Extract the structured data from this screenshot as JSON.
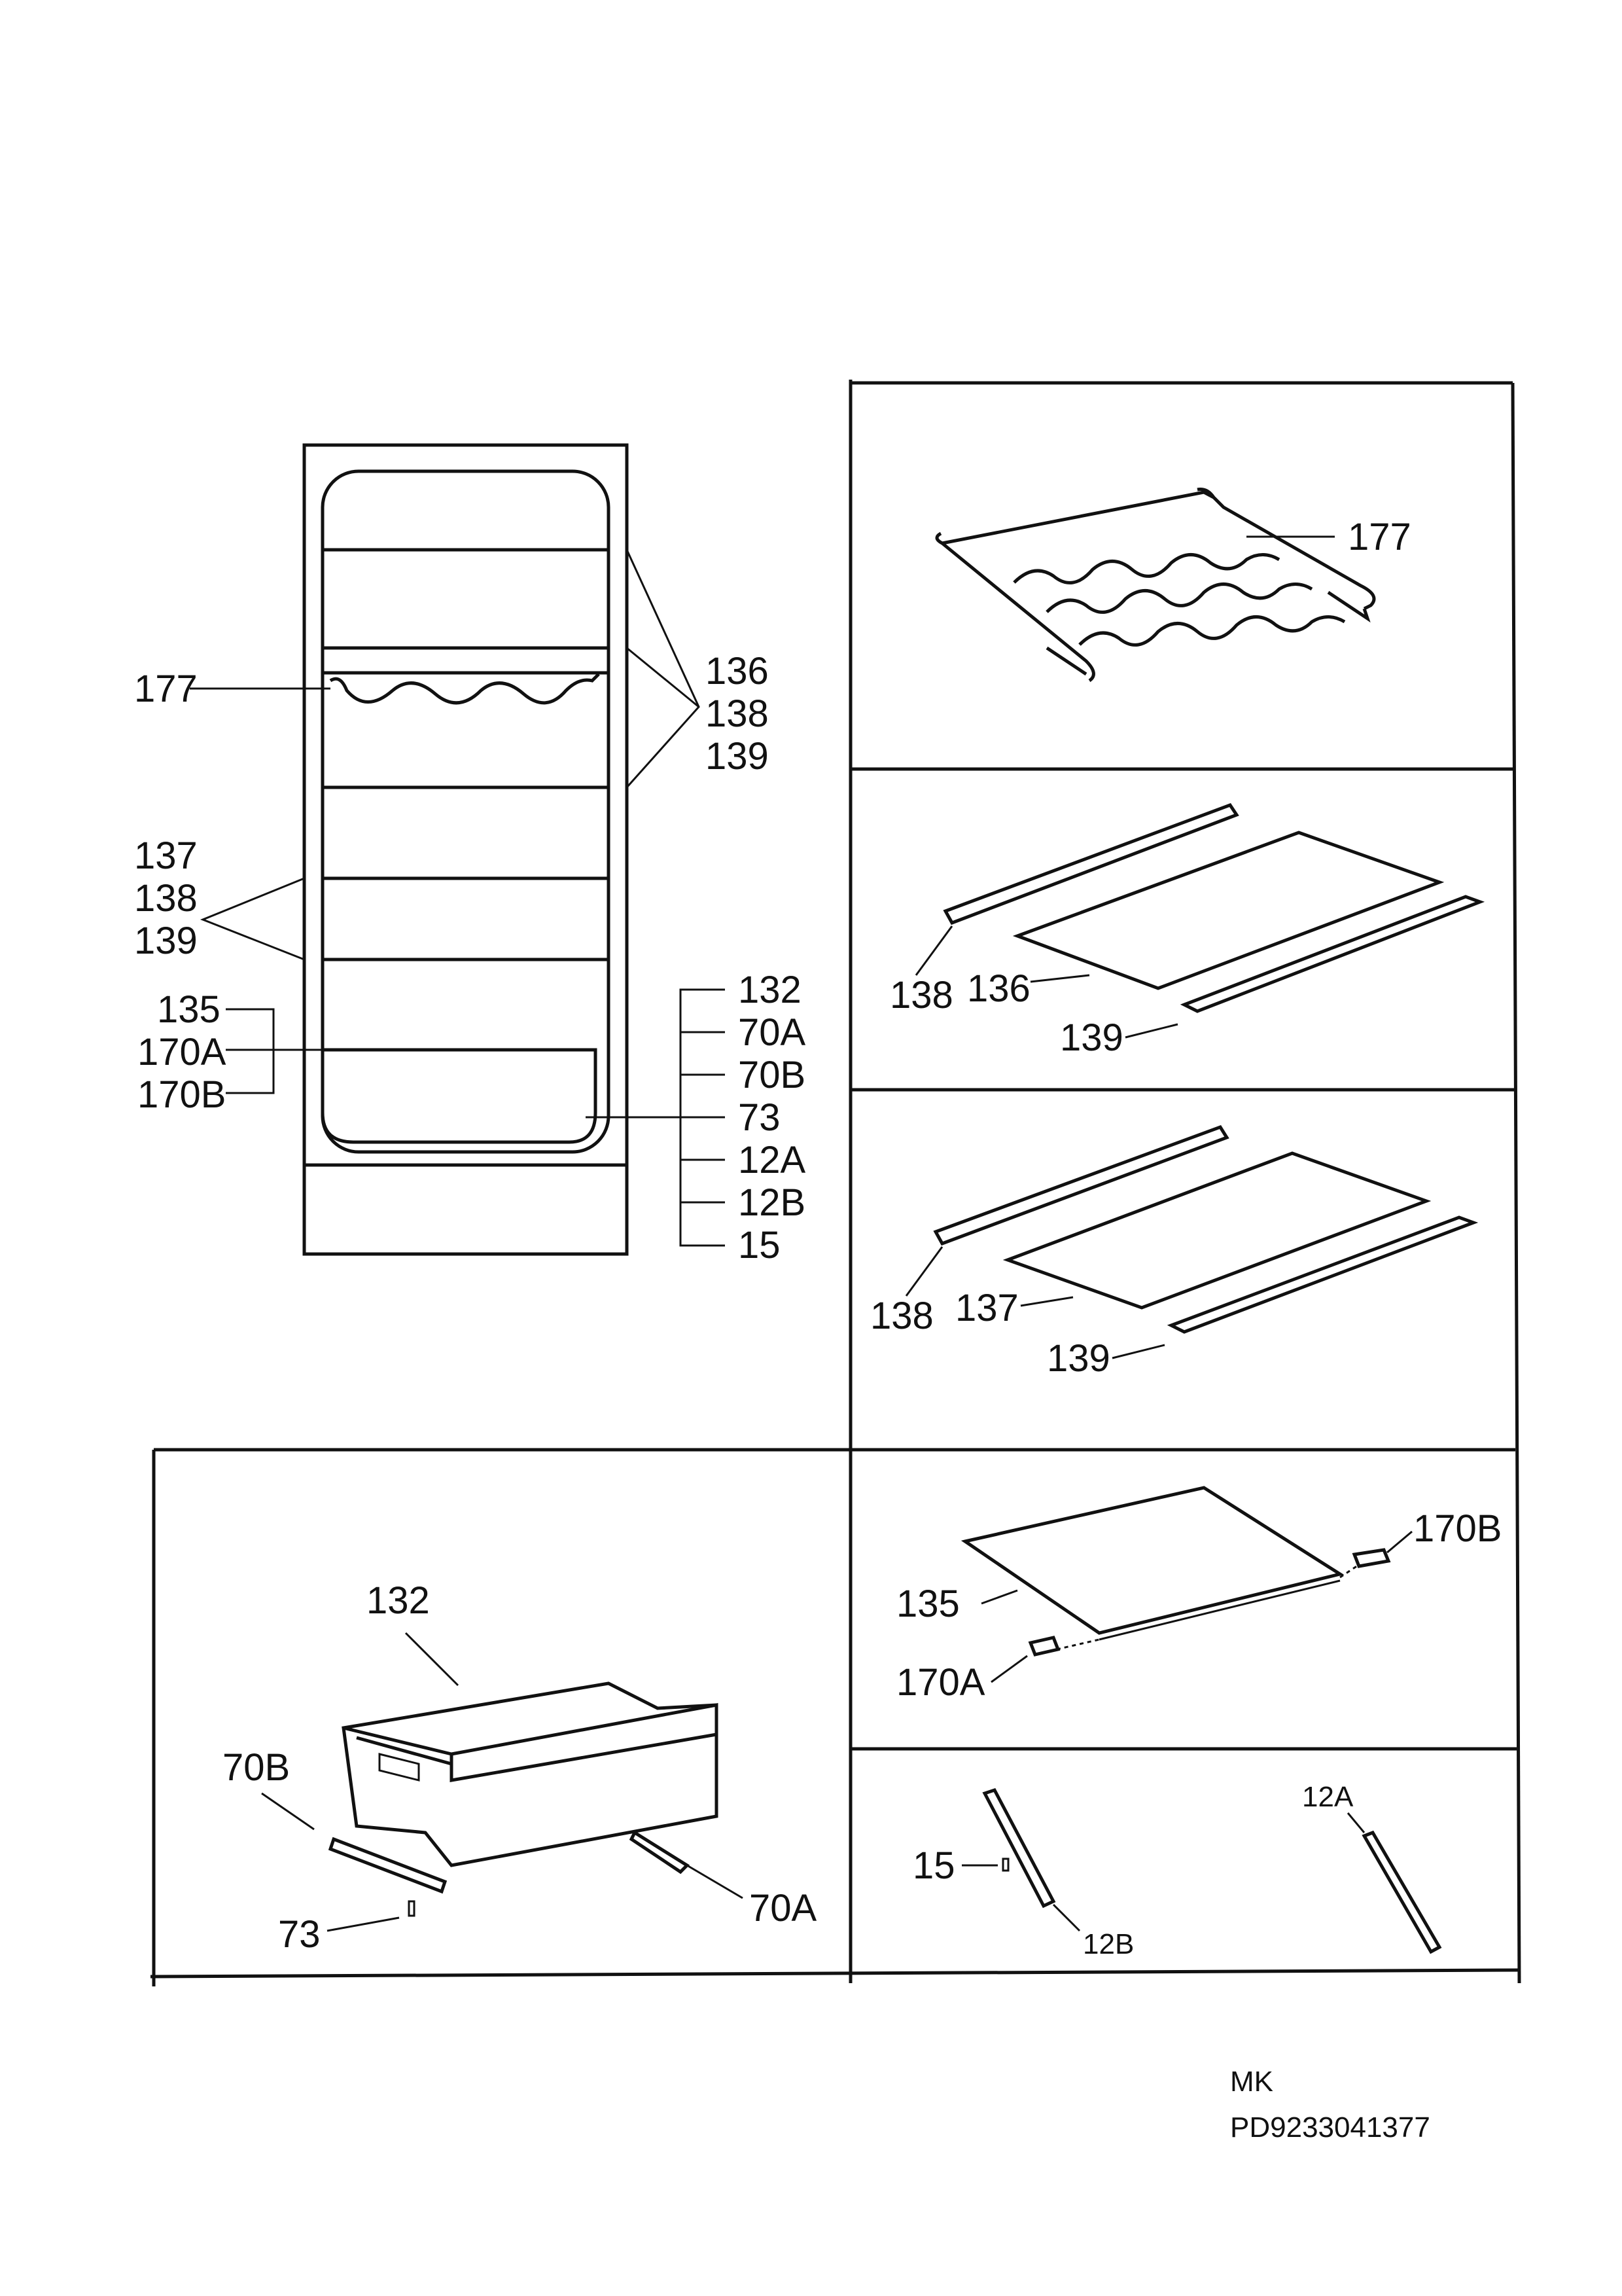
{
  "overview": {
    "labels_right_top": [
      "136",
      "138",
      "139"
    ],
    "label_wine_rack": "177",
    "labels_left_mid": [
      "137",
      "138",
      "139"
    ],
    "labels_left_low": [
      "135",
      "170A",
      "170B"
    ],
    "labels_right_low": [
      "132",
      "70A",
      "70B",
      "73",
      "12A",
      "12B",
      "15"
    ]
  },
  "panel_wine_rack": {
    "label": "177"
  },
  "panel_shelf_136": {
    "label_profile": "138",
    "label_shelf": "136",
    "label_trim": "139"
  },
  "panel_shelf_137": {
    "label_profile": "138",
    "label_shelf": "137",
    "label_trim": "139"
  },
  "panel_cover_135": {
    "label_right_clip": "170B",
    "label_glass": "135",
    "label_left_clip": "170A"
  },
  "panel_rails": {
    "label_12a": "12A",
    "label_15": "15",
    "label_12b": "12B"
  },
  "panel_drawer": {
    "label_drawer": "132",
    "label_70b": "70B",
    "label_70a": "70A",
    "label_73": "73"
  },
  "footer": {
    "code": "MK",
    "part_number": "PD9233041377"
  }
}
